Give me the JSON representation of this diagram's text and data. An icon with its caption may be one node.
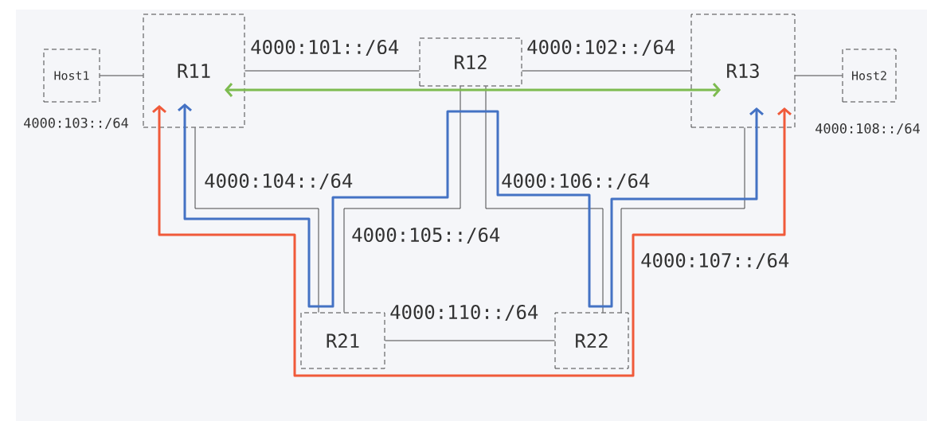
{
  "diagram": {
    "nodes": [
      {
        "text": [
          "Host1"
        ]
      },
      {
        "text": [
          "R11"
        ]
      },
      {
        "text": [
          "R12"
        ]
      },
      {
        "text": [
          "R13"
        ]
      },
      {
        "text": [
          "Host2"
        ]
      },
      {
        "text": [
          "R21"
        ]
      },
      {
        "text": [
          "R22"
        ]
      }
    ],
    "edges": [
      {
        "from": 0,
        "to": 1,
        "arrow": "none",
        "label": "4000:103::/64"
      },
      {
        "from": 1,
        "to": 2,
        "arrow": "none",
        "label": "4000:101::/64"
      },
      {
        "from": 2,
        "to": 3,
        "arrow": "none",
        "label": "4000:102::/64"
      },
      {
        "from": 3,
        "to": 4,
        "arrow": "none",
        "label": "4000:108::/64"
      },
      {
        "from": 1,
        "to": 5,
        "arrow": "none",
        "label": "4000:104::/64"
      },
      {
        "from": 2,
        "to": 5,
        "arrow": "none",
        "label": "4000:105::/64"
      },
      {
        "from": 2,
        "to": 6,
        "arrow": "none",
        "label": "4000:106::/64"
      },
      {
        "from": 3,
        "to": 6,
        "arrow": "none",
        "label": "4000:107::/64"
      },
      {
        "from": 5,
        "to": 6,
        "arrow": "none",
        "label": "4000:110::/64"
      },
      {
        "from": 1,
        "to": 3,
        "arrow": "both",
        "style": "thick",
        "color": "#7dbb50"
      },
      {
        "from": 1,
        "to": 3,
        "arrow": "both",
        "style": "thick",
        "color": "#4472c4"
      },
      {
        "from": 1,
        "to": 3,
        "arrow": "both",
        "style": "thick",
        "color": "#f05a3a"
      }
    ]
  }
}
